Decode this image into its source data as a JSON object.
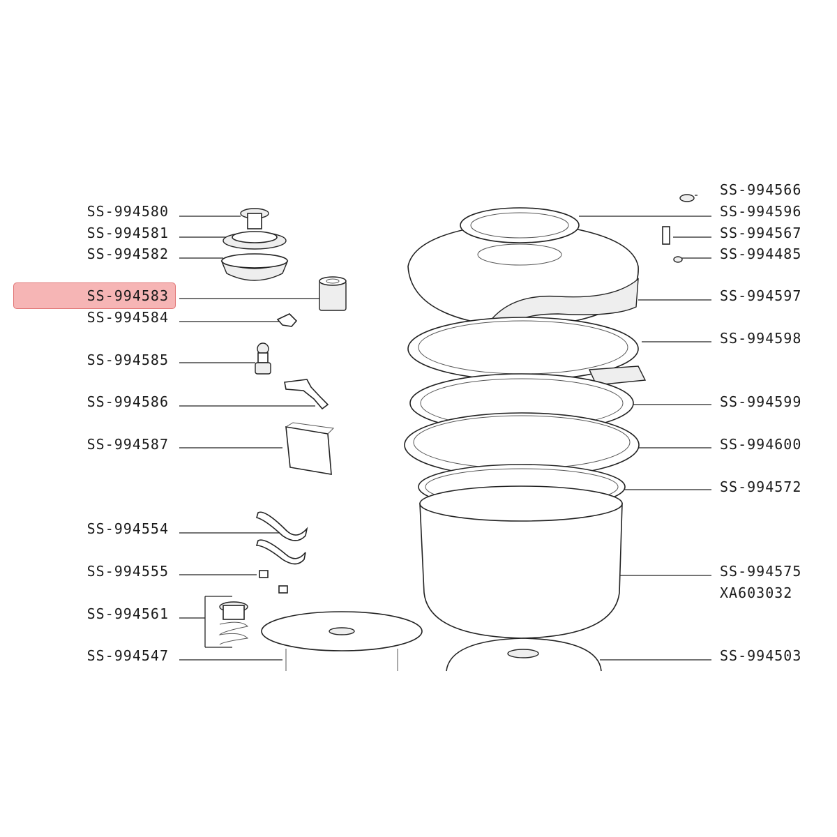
{
  "diagram": {
    "highlight_color": "#ee7878",
    "highlighted_part": "SS-994583",
    "left_labels": [
      "SS-994580",
      "SS-994581",
      "SS-994582",
      "SS-994583",
      "SS-994584",
      "SS-994585",
      "SS-994586",
      "SS-994587",
      "SS-994554",
      "SS-994555",
      "SS-994561",
      "SS-994547"
    ],
    "right_labels": [
      "SS-994566",
      "SS-994596",
      "SS-994567",
      "SS-994485",
      "SS-994597",
      "SS-994598",
      "SS-994599",
      "SS-994600",
      "SS-994572",
      "SS-994575",
      "XA603032",
      "SS-994503"
    ]
  }
}
